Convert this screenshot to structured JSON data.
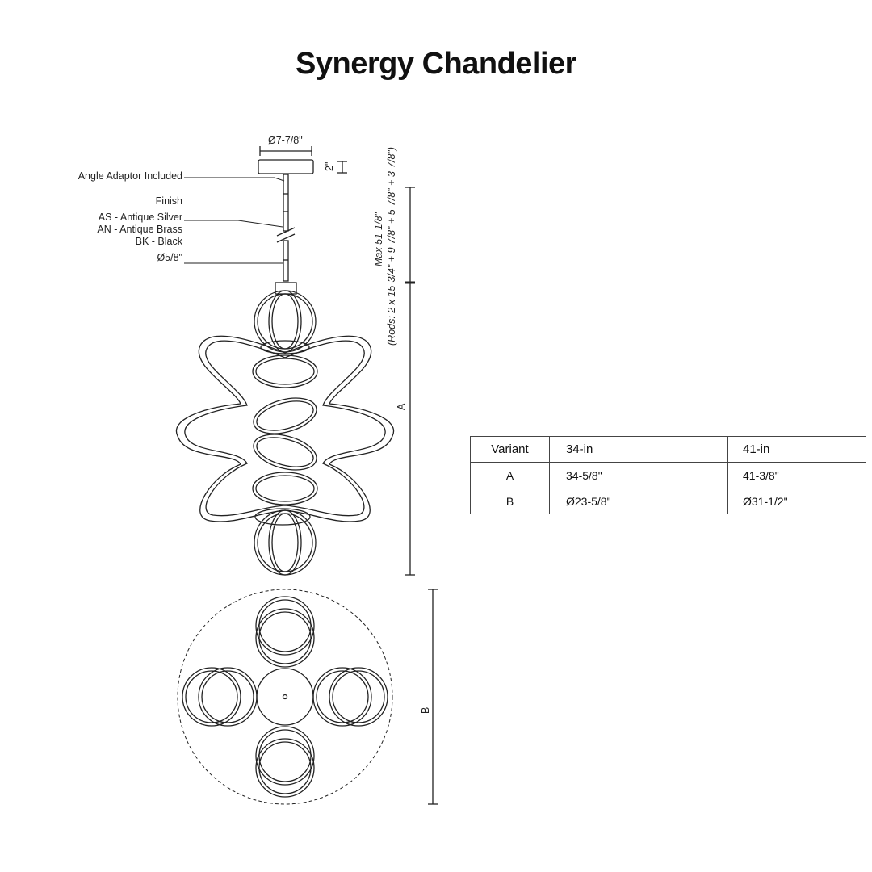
{
  "title": "Synergy Chandelier",
  "canopy": {
    "diameter": "Ø7-7/8\"",
    "height": "2\""
  },
  "callouts": {
    "angle_adaptor": "Angle Adaptor Included",
    "finish_heading": "Finish",
    "finish_options": [
      "AS - Antique Silver",
      "AN - Antique Brass",
      "BK - Black"
    ],
    "rod_diameter": "Ø5/8\""
  },
  "overall": {
    "max_height": "Max 51-1/8\"",
    "rods": "(Rods: 2 x 15-3/4\" + 9-7/8\" + 5-7/8\" + 3-7/8\")",
    "height_label": "A",
    "diameter_label": "B"
  },
  "table": {
    "headers": [
      "Variant",
      "34-in",
      "41-in"
    ],
    "rows": [
      {
        "label": "A",
        "values": [
          "34-5/8\"",
          "41-3/8\""
        ]
      },
      {
        "label": "B",
        "values": [
          "Ø23-5/8\"",
          "Ø31-1/2\""
        ]
      }
    ]
  }
}
